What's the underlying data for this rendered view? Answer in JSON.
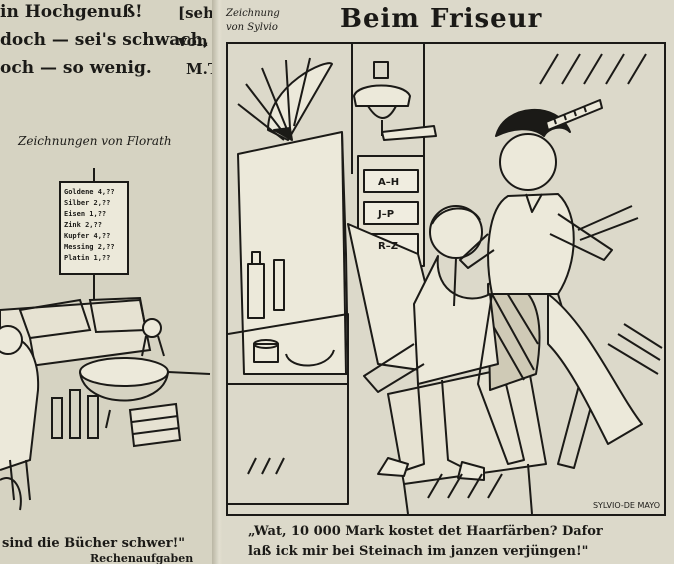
{
  "left_page": {
    "poem_lines": [
      "in Hochgenuß!",
      "doch — sei's schwach,",
      "och — so wenig."
    ],
    "poem_right_fragments": [
      "[sehr",
      "von",
      "M.T"
    ],
    "caption": "Zeichnungen von Florath",
    "price_board": [
      "Goldene 4,??",
      "Silber 2,??",
      "Eisen 1,??",
      "Zink 2,??",
      "Kupfer 4,??",
      "Messing 2,??",
      "Platin 1,??"
    ],
    "bottom_lines": [
      "sind die Bücher schwer!\"",
      "Rechenaufgaben"
    ]
  },
  "right_page": {
    "credit_lines": [
      "Zeichnung",
      "von Sylvio"
    ],
    "title": "Beim Friseur",
    "drawer_labels": [
      "A–H",
      "J–P",
      "R–Z"
    ],
    "signature": "SYLVIO-DE MAYO",
    "caption_lines": [
      "„Wat, 10 000 Mark kostet det Haarfärben? Dafor",
      "laß ick mir bei Steinach im janzen verjüngen!\""
    ]
  }
}
